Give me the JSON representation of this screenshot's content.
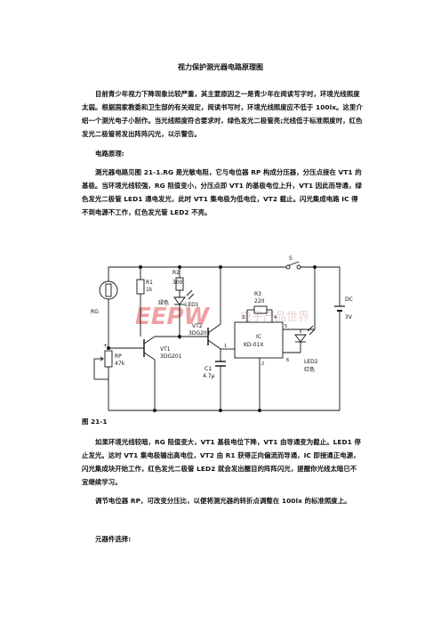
{
  "doc": {
    "title": "视力保护测光器电路原理图",
    "intro": "目前青少年视力下降现象比较严重，其主要原因之一是青少年在阅读写字时，环境光线照度太弱。根据国家教委和卫生部的有关规定，阅读书写时，环境光线照度应不低于 100lx。这里介绍一个测光电子小制作。当光线照度符合要求时，绿色发光二极管亮;光线低于标准照度时，红色发光二极管将发出阵阵闪光，以示警告。",
    "section_principle": "电路原理:",
    "principle": "测光器电路见图 21-1.RG 是光敏电阻，它与电位器 RP 构成分压器，分压点接在 VT1 的基极。当环境光线较强，RG 阻值变小，分压点即 VT1 的基极电位上升，VT1 因此而导通，绿色发光二极管 LED1 通电发光，此时 VT1 集电极为低电位，VT2 截止。闪光集成电路 IC 得不到电源不工作，红色发光管 LED2 不亮。",
    "figure_caption": "图 21-1",
    "weak_light": "如果环境光线较暗，RG 阻值变大，VT1 基极电位下降，VT1 由导通变为截止。LED1 停止发光。这时 VT1 集电极输出高电位，VT2 由 R1 获得正向偏流而导通，IC 即接通正电源，闪光集成块开始工作，红色发光二极管 LED2 就会发出醒目的阵阵闪光，提醒你光线太暗已不宜继续学习。",
    "adjust": "调节电位器 RP，可改变分压比，以便将测光器的转折点调整在 100lx 的标准照度上。",
    "section_components": "元器件选择:"
  },
  "schematic": {
    "RG": "RG",
    "R1": "R1",
    "R1_val": "1k",
    "R2": "R2",
    "R2_val": "300",
    "green": "绿色",
    "LED1": "LED1",
    "VT1": "VT1",
    "VT1_model": "3DG201",
    "VT2": "VT2",
    "VT2_model": "3DG201",
    "RP": "RP",
    "RP_val": "47k",
    "C1": "C1",
    "C1_val": "4.7μ",
    "R3": "R3",
    "R3_val": "220",
    "IC": "IC",
    "IC_model": "KD-01X",
    "pin3": "3",
    "pin4": "4",
    "pin5": "5",
    "pin1": "1",
    "pin2": "2",
    "pin6": "6",
    "LED2": "LED2",
    "red": "红色",
    "switch": "S",
    "DC": "DC",
    "DC_val": "3V",
    "plus": "+",
    "watermark": "EEPW",
    "watermark_cn": "电子产品世界"
  }
}
